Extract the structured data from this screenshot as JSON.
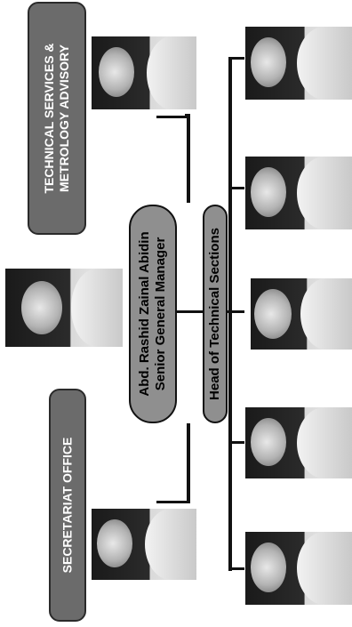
{
  "chart_title": "",
  "boxes": {
    "technical_services": {
      "line1": "TECHNICAL SERVICES &",
      "line2": "METROLOGY ADVISORY"
    },
    "secretariat": {
      "label": "SECRETARIAT OFFICE"
    }
  },
  "manager": {
    "name": "Abd. Rashid Zainal Abidin",
    "title": "Senior General Manager"
  },
  "head": {
    "label": "Head of Technical Sections"
  },
  "colors": {
    "box_fill": "#6b6b6b",
    "pill_fill": "#8f8f8f",
    "line": "#111111"
  }
}
